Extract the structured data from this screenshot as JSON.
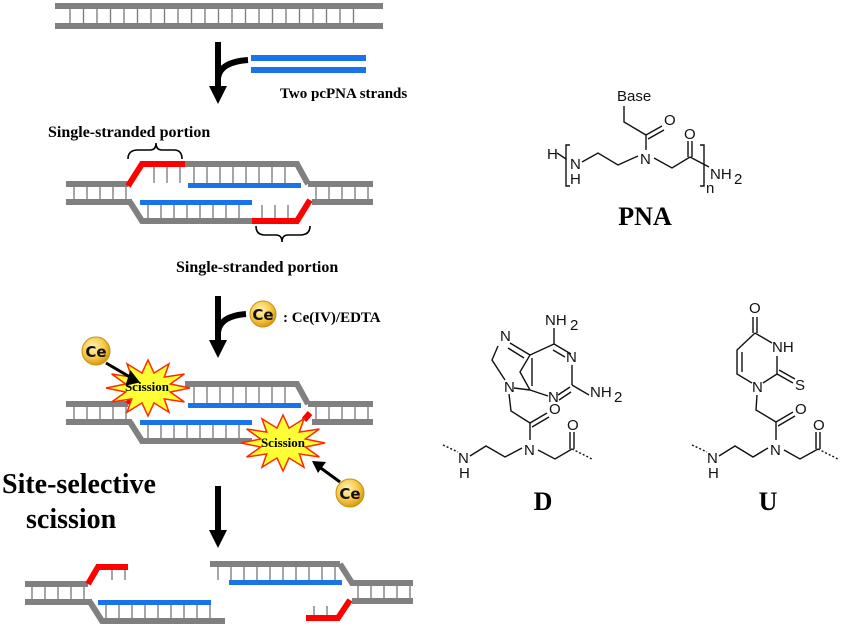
{
  "scheme": {
    "reagent_pcpna_label": "Two pcPNA strands",
    "single_stranded_top_label": "Single-stranded portion",
    "single_stranded_bottom_label": "Single-stranded portion",
    "cerium_symbol": "Ce",
    "cerium_legend": ": Ce(IV)/EDTA",
    "scission_label": "Scission",
    "site_selective_line1": "Site-selective",
    "site_selective_line2": "scission"
  },
  "structures": {
    "pna": {
      "name": "PNA",
      "atoms": {
        "base": "Base",
        "o1": "O",
        "o2": "O",
        "h_left": "H",
        "nh": "N",
        "nh_h": "H",
        "n": "N",
        "nh2": "NH",
        "nh2_sub": "2",
        "n_sub": "n"
      }
    },
    "d": {
      "name": "D",
      "atoms": {
        "nh2_top": "NH",
        "nh2_top_sub": "2",
        "n1": "N",
        "n2": "N",
        "n3": "N",
        "n4": "N",
        "nh2_right": "NH",
        "nh2_right_sub": "2",
        "o1": "O",
        "o2": "O",
        "n_amide": "N",
        "nh": "N",
        "nh_h": "H"
      }
    },
    "u": {
      "name": "U",
      "atoms": {
        "o_top": "O",
        "nh": "NH",
        "n1": "N",
        "s": "S",
        "o1": "O",
        "o2": "O",
        "n_amide": "N",
        "nh_b": "N",
        "nh_b_h": "H"
      }
    }
  },
  "colors": {
    "dna_strand": "#808080",
    "pcpna_strand": "#1874e8",
    "single_strand": "#ff0000",
    "arrow": "#000000",
    "ce_fill": "#f5c542",
    "burst_fill": "#ffff33",
    "burst_stroke": "#ff2a00"
  }
}
